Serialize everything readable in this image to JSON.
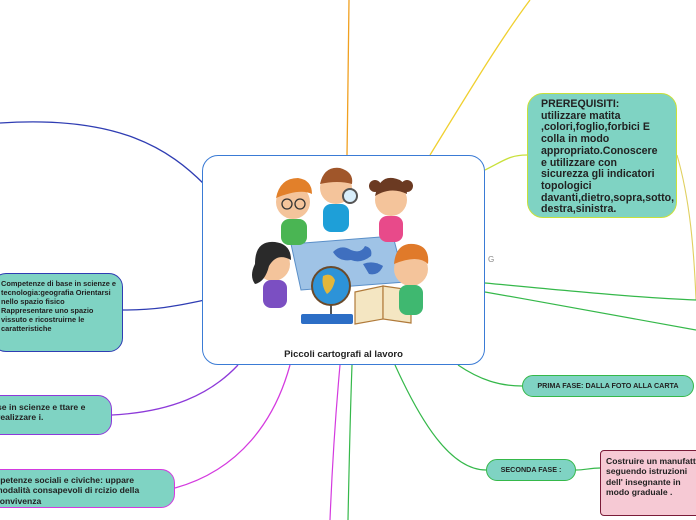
{
  "center": {
    "title": "Piccoli cartografi al lavoro",
    "image": "children-with-globe-and-map-illustration"
  },
  "nodes": {
    "prerequisiti": "PREREQUISITI: utilizzare matita ,colori,foglio,forbici E colla in modo appropriato.Conoscere e utilizzare con sicurezza gli indicatori topologici davanti,dietro,sopra,sotto, destra,sinistra.",
    "competenze_1": "Competenze di base in scienze e tecnologia:geografia Orientarsi nello spazio fisico Rappresentare uno spazio vissuto e ricostruirne le caratteristiche",
    "competenze_2": "se in scienze e ttare e realizzare i.",
    "competenze_3": "npetenze sociali e civiche: uppare modalità consapevoli di rcizio della convivenza",
    "prima_fase": "PRIMA FASE: DALLA FOTO ALLA CARTA",
    "seconda_fase": "SECONDA FASE :",
    "costruire": "Costruire un manufatto seguendo istruzioni dell' insegnante in modo graduale ."
  },
  "colors": {
    "node_fill": "#7fd3c3",
    "center_border": "#3a7bd5",
    "prereq_border": "#c9e03a",
    "comp1_border": "#2f3db3",
    "comp2_border": "#8d3ad9",
    "comp3_border": "#d43adf",
    "fase_border": "#35b84a",
    "costruire_fill": "#f6c9d4",
    "costruire_border": "#7a1b38"
  },
  "icons": {
    "link_icon": "G"
  }
}
